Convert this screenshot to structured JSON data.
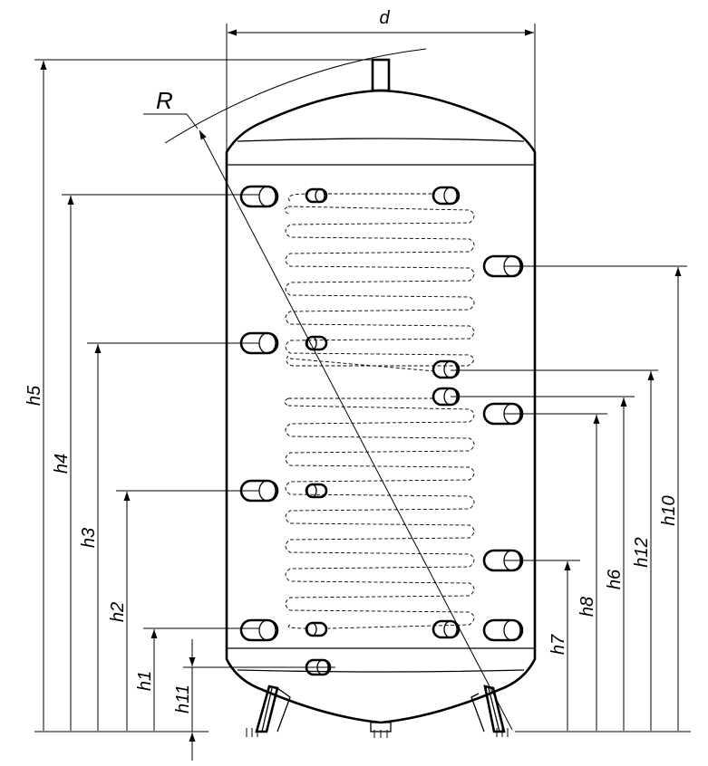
{
  "labels": {
    "d": "d",
    "R": "R",
    "h1": "h1",
    "h2": "h2",
    "h3": "h3",
    "h4": "h4",
    "h5": "h5",
    "h6": "h6",
    "h7": "h7",
    "h8": "h8",
    "h10": "h10",
    "h11": "h11",
    "h12": "h12"
  }
}
